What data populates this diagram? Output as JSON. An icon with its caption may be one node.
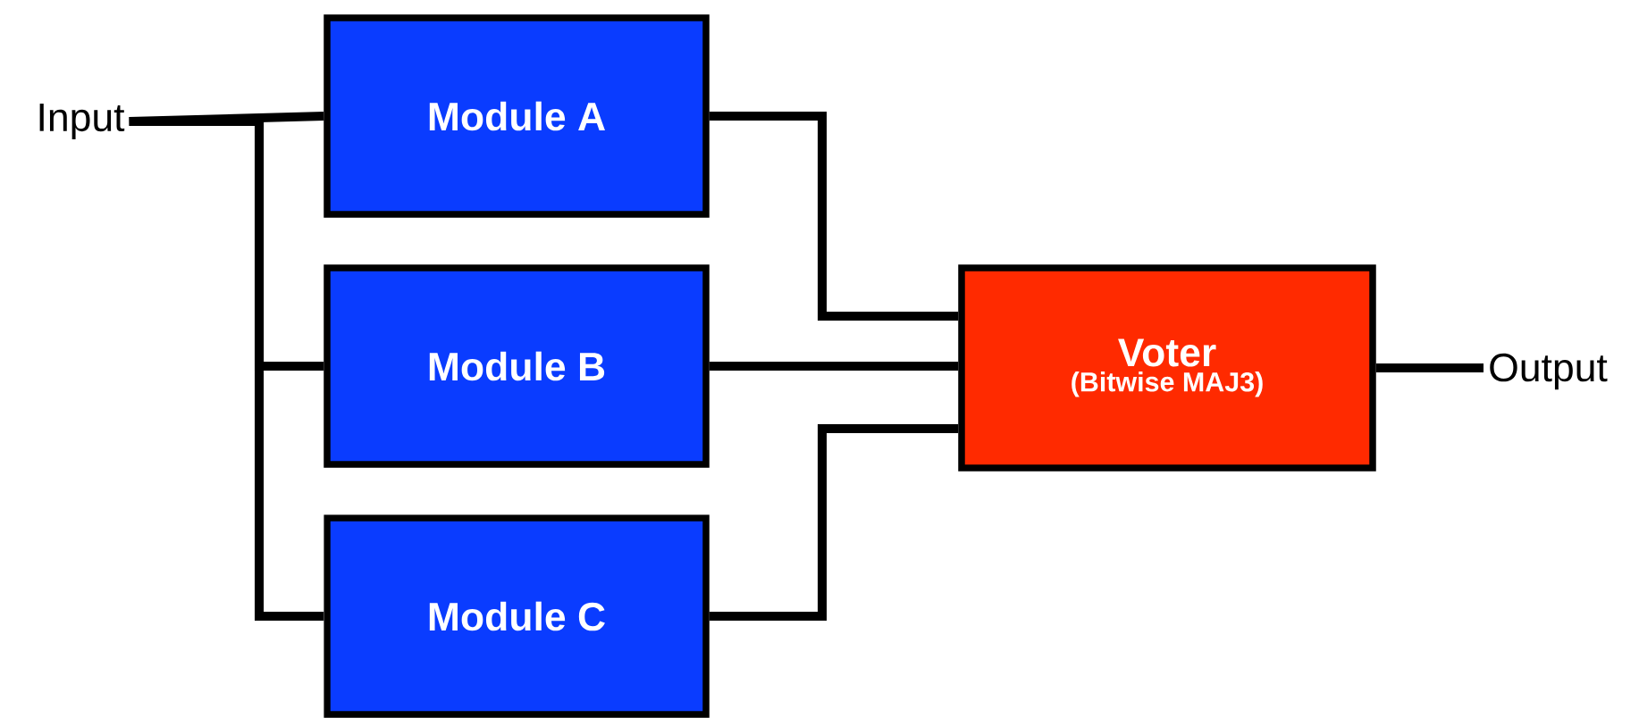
{
  "diagram": {
    "nodes": [
      {
        "text": [
          "Input"
        ]
      },
      {
        "text": [
          "Module A"
        ]
      },
      {
        "text": [
          "Module B"
        ]
      },
      {
        "text": [
          "Module C"
        ]
      },
      {
        "text": [
          "Voter",
          "(Bitwise MAJ3)"
        ]
      },
      {
        "text": [
          "Output"
        ]
      }
    ],
    "edges": [
      {
        "from": 0,
        "to": 1,
        "arrow": "none"
      },
      {
        "from": 0,
        "to": 2,
        "arrow": "none"
      },
      {
        "from": 0,
        "to": 3,
        "arrow": "none"
      },
      {
        "from": 1,
        "to": 4,
        "arrow": "none"
      },
      {
        "from": 2,
        "to": 4,
        "arrow": "none"
      },
      {
        "from": 3,
        "to": 4,
        "arrow": "none"
      },
      {
        "from": 4,
        "to": 5,
        "arrow": "none"
      }
    ]
  }
}
